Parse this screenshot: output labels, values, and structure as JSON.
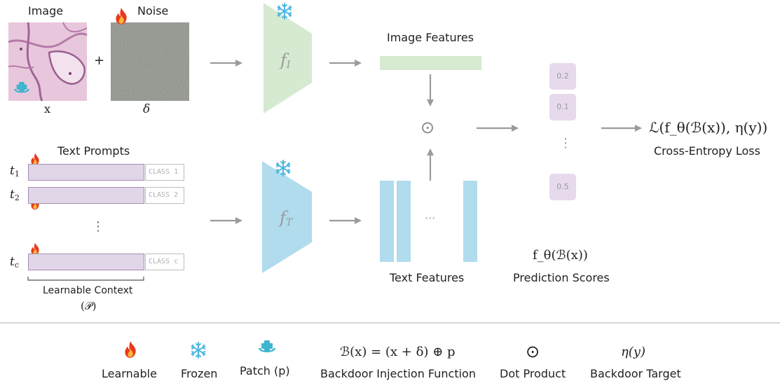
{
  "labels": {
    "image": "Image",
    "noise": "Noise",
    "x_var": "x",
    "delta_var": "δ",
    "plus": "+",
    "text_prompts": "Text Prompts",
    "f_image": "f",
    "f_image_sub": "I",
    "f_text": "f",
    "f_text_sub": "T",
    "image_features": "Image Features",
    "text_features": "Text Features",
    "dot_symbol": "⊙",
    "ellipsis_h": "···",
    "ellipsis_v": "⋮",
    "learnable_context": "Learnable Context",
    "P_symbol": "(𝒫)",
    "prediction_formula": "f_θ(ℬ(x))",
    "prediction_scores": "Prediction Scores",
    "loss_formula": "ℒ(f_θ(ℬ(x)), η(y))",
    "cross_entropy": "Cross-Entropy Loss"
  },
  "prompts": [
    {
      "var": "t",
      "sub": "1",
      "class_label": "CLASS 1"
    },
    {
      "var": "t",
      "sub": "2",
      "class_label": "CLASS 2"
    },
    {
      "var": "t",
      "sub": "c",
      "class_label": "CLASS c"
    }
  ],
  "scores": [
    "0.2",
    "0.1",
    "0.5"
  ],
  "legend": {
    "learnable": "Learnable",
    "frozen": "Frozen",
    "patch": "Patch (p)",
    "backdoor_formula": "ℬ(x) = (x + δ) ⊕ p",
    "backdoor_injection": "Backdoor Injection Function",
    "dot_symbol": "⊙",
    "dot_product": "Dot Product",
    "target_formula": "η(y)",
    "backdoor_target": "Backdoor Target"
  },
  "colors": {
    "image_encoder": "#d5ead0",
    "text_encoder": "#b0dcee",
    "context": "#e1d5e8",
    "score_box": "#e6daec",
    "arrow": "#9b9b9b",
    "flame": "#e8391d",
    "snowflake": "#4eb6e2",
    "patch": "#3fb5cf"
  },
  "icons": [
    "flame-icon",
    "snowflake-icon",
    "patch-icon",
    "histology-image",
    "noise-image"
  ]
}
